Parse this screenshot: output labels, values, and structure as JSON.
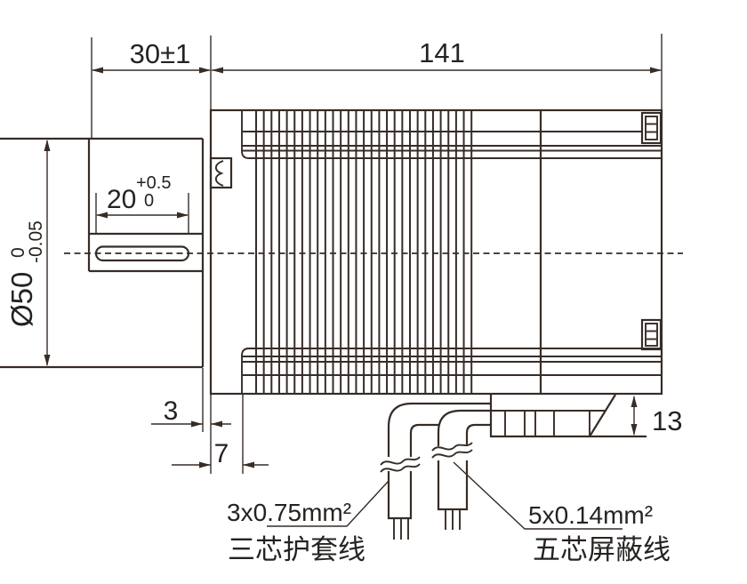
{
  "dims": {
    "shaft_length": "30±1",
    "body_length": "141",
    "keyway_length": "20",
    "keyway_tol_upper": "+0.5",
    "keyway_tol_lower": "0",
    "shaft_diameter": "Ø50",
    "dia_tol_upper": "0",
    "dia_tol_lower": "-0.05",
    "flange_thickness": "3",
    "pilot_length": "7",
    "connector_height": "13"
  },
  "cables": {
    "cable1_spec": "3x0.75mm²",
    "cable1_name": "三芯护套线",
    "cable2_spec": "5x0.14mm²",
    "cable2_name": "五芯屏蔽线"
  },
  "colors": {
    "line": "#372c26",
    "text": "#252321",
    "background": "#ffffff"
  }
}
